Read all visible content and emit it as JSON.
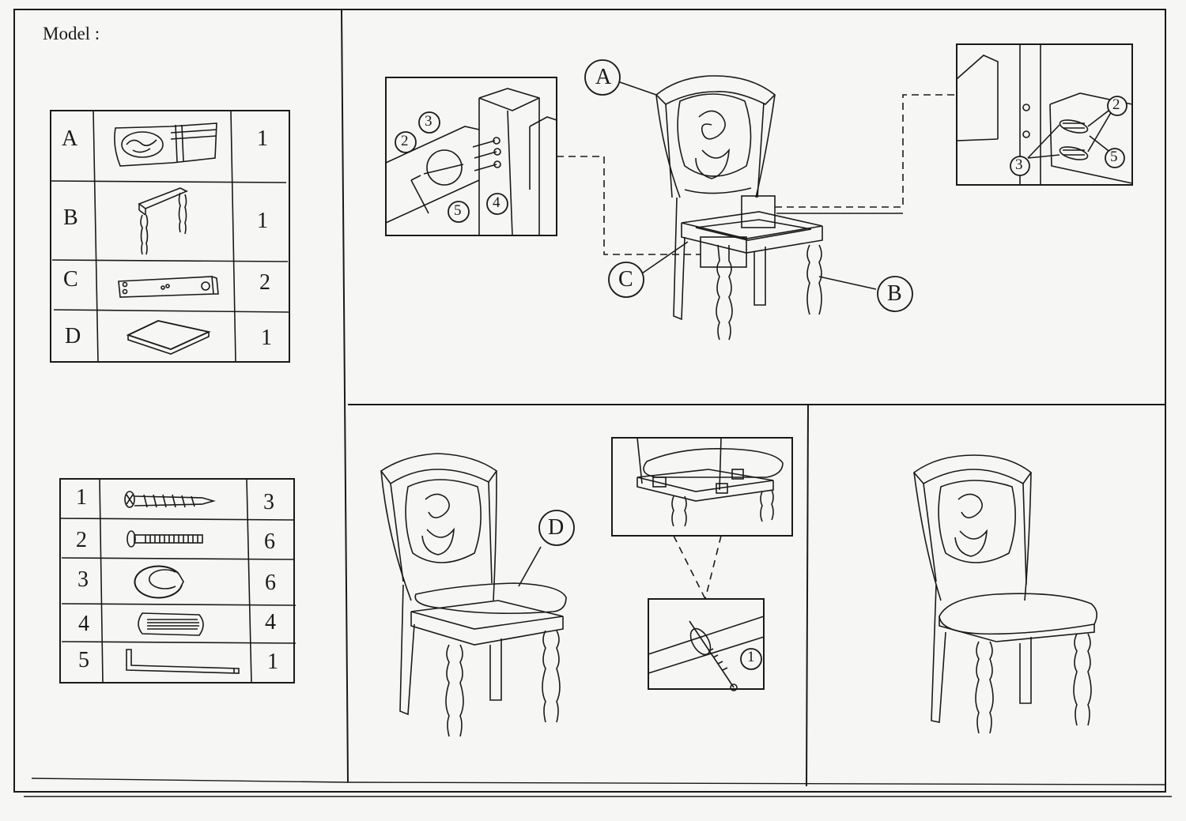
{
  "header": {
    "model_label": "Model :"
  },
  "parts": [
    {
      "letter": "A",
      "qty": "1",
      "icon": "chair-back-icon"
    },
    {
      "letter": "B",
      "qty": "1",
      "icon": "leg-frame-icon"
    },
    {
      "letter": "C",
      "qty": "2",
      "icon": "side-rail-icon"
    },
    {
      "letter": "D",
      "qty": "1",
      "icon": "seat-cushion-icon"
    }
  ],
  "hardware": [
    {
      "num": "1",
      "qty": "3",
      "icon": "wood-screw-icon"
    },
    {
      "num": "2",
      "qty": "6",
      "icon": "bolt-icon"
    },
    {
      "num": "3",
      "qty": "6",
      "icon": "lock-washer-icon"
    },
    {
      "num": "4",
      "qty": "4",
      "icon": "dowel-icon"
    },
    {
      "num": "5",
      "qty": "1",
      "icon": "allen-key-icon"
    }
  ],
  "callouts": {
    "a": "A",
    "b": "B",
    "c": "C",
    "d": "D",
    "n1": "1",
    "n2": "2",
    "n3": "3",
    "n4": "4",
    "n5": "5"
  },
  "colors": {
    "ink": "#1a1a1a",
    "paper": "#f6f6f4"
  }
}
